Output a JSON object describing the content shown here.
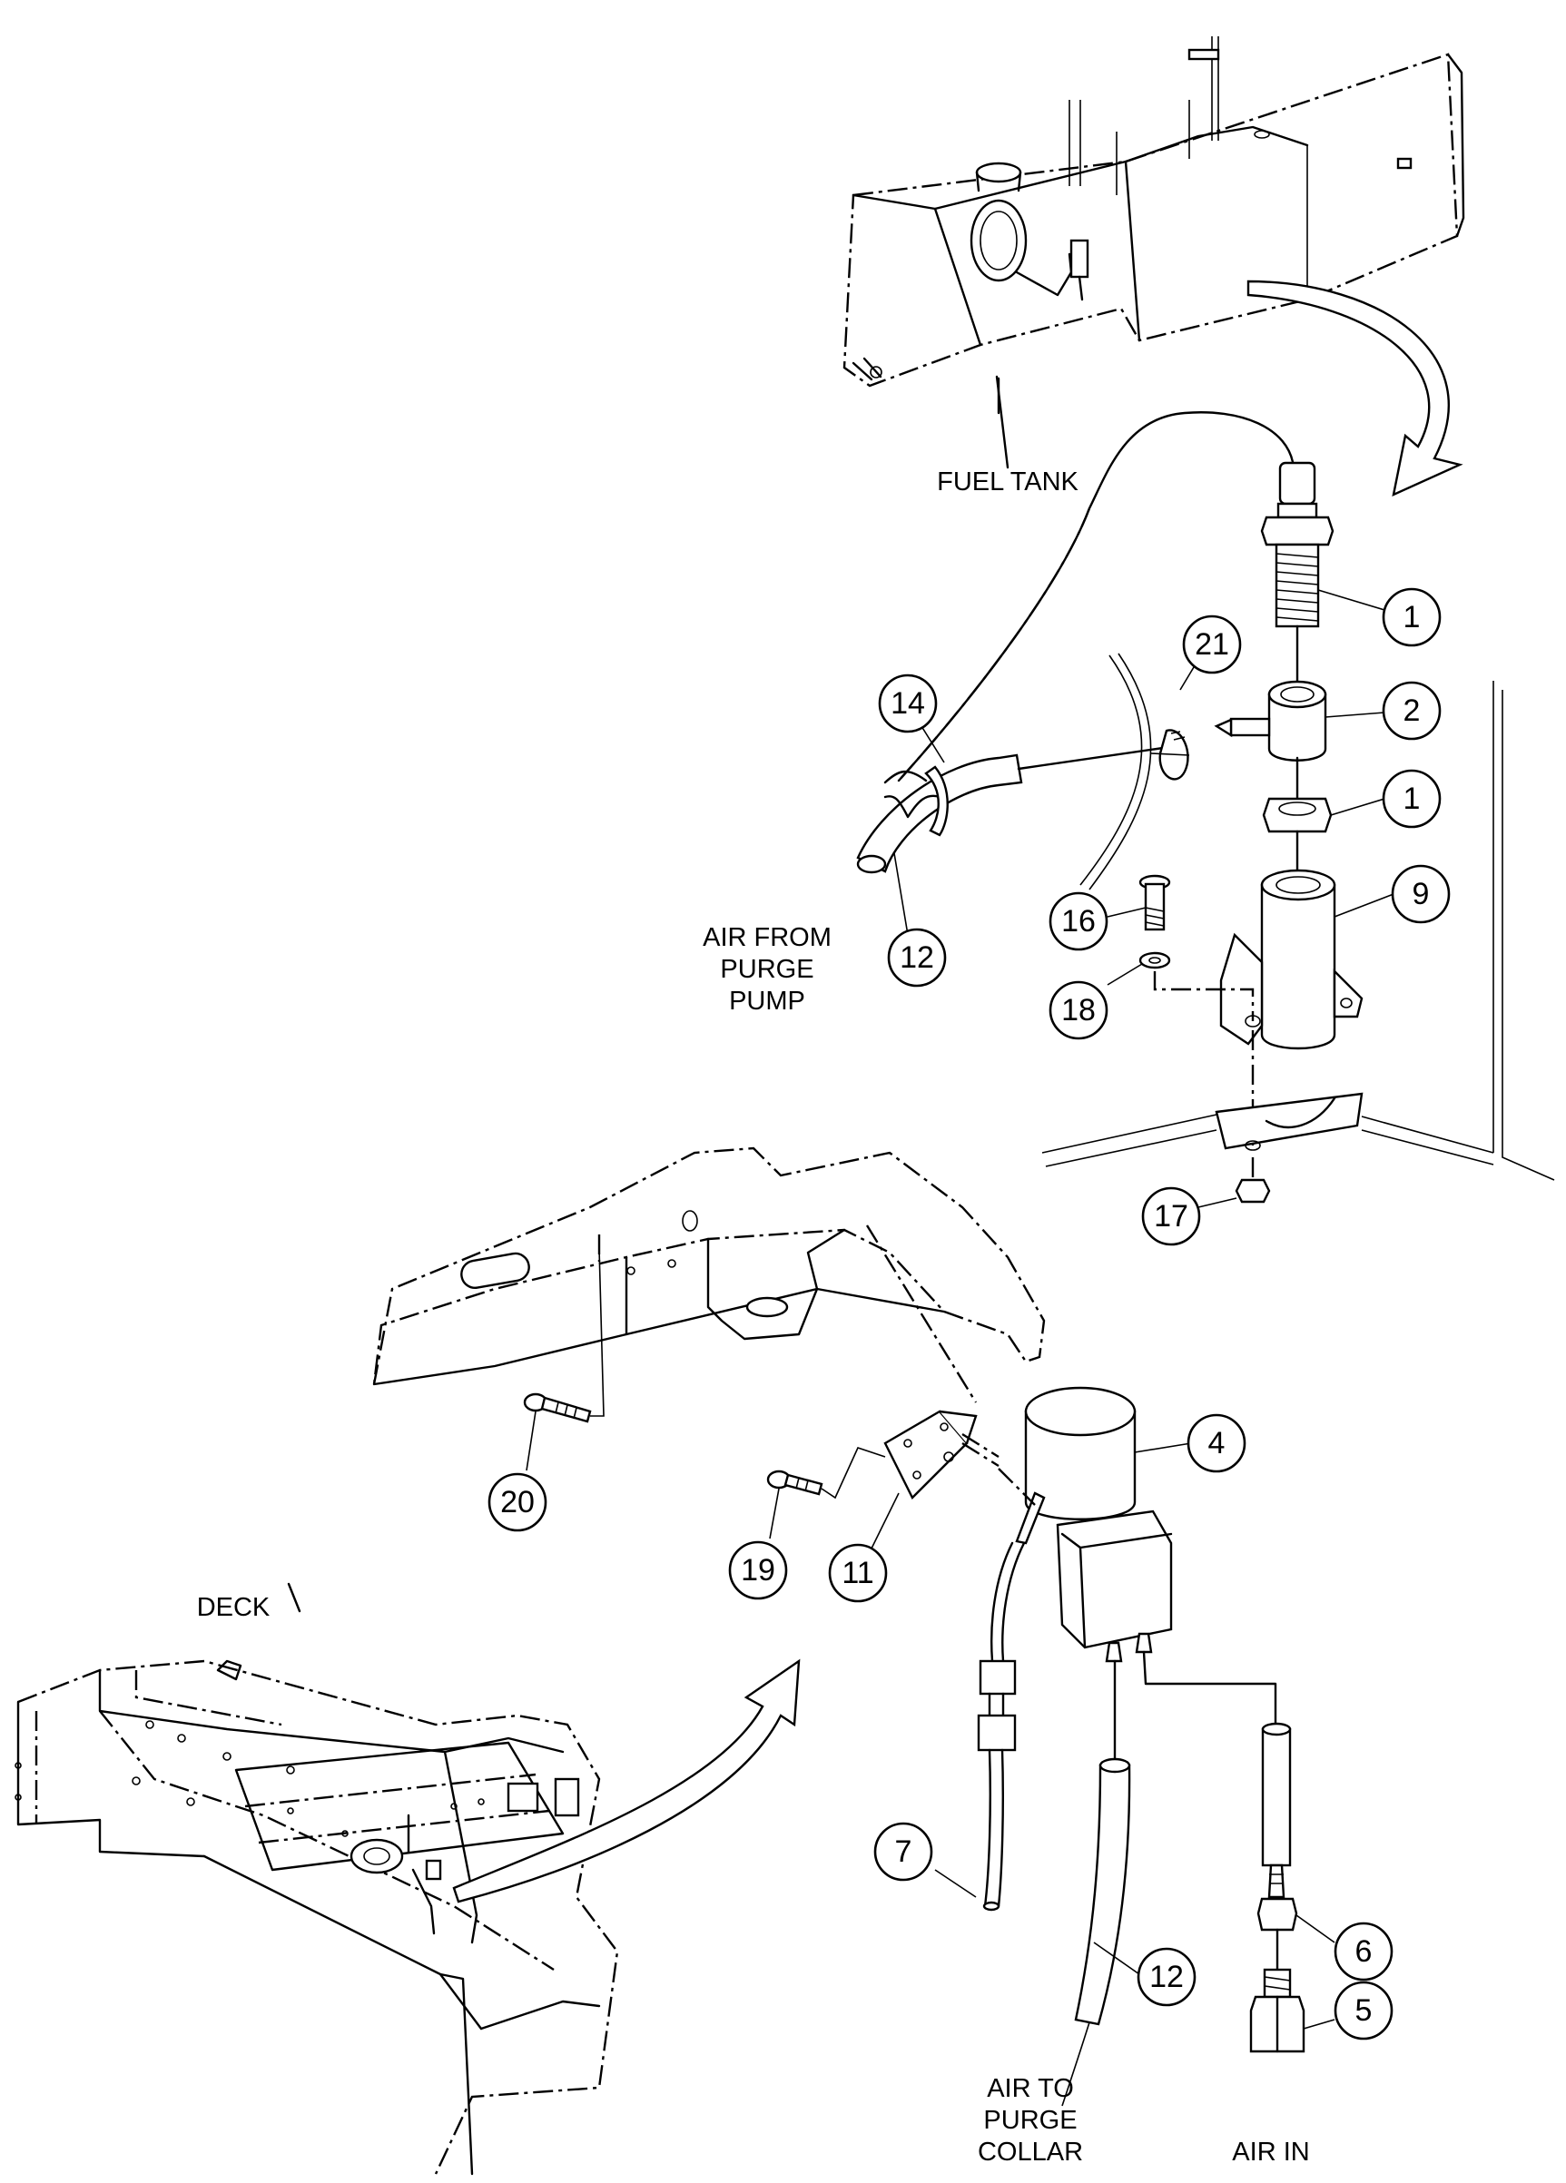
{
  "labels": {
    "fuel_tank": "FUEL TANK",
    "deck": "DECK",
    "air_from_purge_pump": [
      "AIR FROM",
      "PURGE",
      "PUMP"
    ],
    "air_to_purge_collar": [
      "AIR TO",
      "PURGE",
      "COLLAR"
    ],
    "air_in": "AIR IN"
  },
  "callouts": [
    "1",
    "21",
    "14",
    "2",
    "1",
    "16",
    "9",
    "12",
    "18",
    "17",
    "4",
    "20",
    "19",
    "11",
    "7",
    "12",
    "6",
    "5"
  ]
}
